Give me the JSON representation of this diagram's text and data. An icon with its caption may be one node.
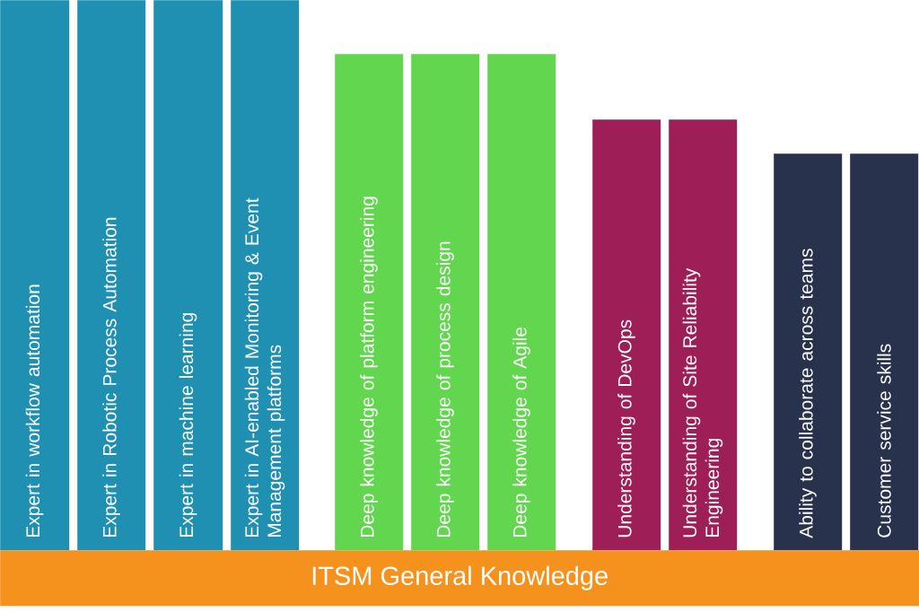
{
  "diagram": {
    "nodes": [
      {
        "text": [
          "Expert in workflow automation"
        ]
      },
      {
        "text": [
          "Expert in Robotic Process Automation"
        ]
      },
      {
        "text": [
          "Expert in machine learning"
        ]
      },
      {
        "text": [
          "Expert in AI-enabled Monitoring & Event Management platforms"
        ]
      },
      {
        "text": [
          "Deep knowledge of platform engineering"
        ]
      },
      {
        "text": [
          "Deep knowledge of process design"
        ]
      },
      {
        "text": [
          "Deep knowledge of Agile"
        ]
      },
      {
        "text": [
          "Understanding of DevOps"
        ]
      },
      {
        "text": [
          "Understanding of Site Reliability Engineering"
        ]
      },
      {
        "text": [
          "Ability to collaborate across teams"
        ]
      },
      {
        "text": [
          "Customer service skills"
        ]
      },
      {
        "text": [
          "ITSM General Knowledge"
        ]
      }
    ]
  }
}
